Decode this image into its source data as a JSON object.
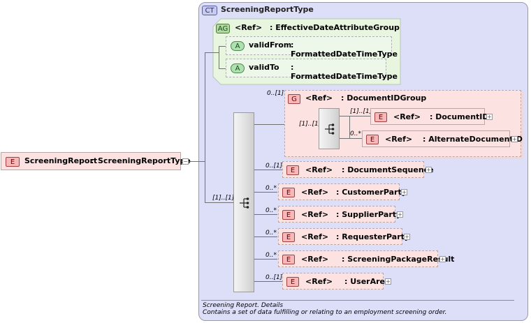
{
  "root_element": {
    "badge": "E",
    "name": "ScreeningReport",
    "separator": ":",
    "type": "ScreeningReportType"
  },
  "complex_type": {
    "badge": "CT",
    "name": "ScreeningReportType"
  },
  "attribute_group": {
    "badge": "AG",
    "ref": "<Ref>",
    "name": ": EffectiveDateAttributeGroup",
    "attributes": [
      {
        "badge": "A",
        "name": "validFrom",
        "type": ": FormattedDateTimeType"
      },
      {
        "badge": "A",
        "name": "validTo",
        "type": ": FormattedDateTimeType"
      }
    ]
  },
  "main_sequence": {
    "cardinality": "[1]..[1]"
  },
  "group": {
    "badge": "G",
    "ref": "<Ref>",
    "name": ": DocumentIDGroup",
    "cardinality": "0..[1]",
    "sequence_cardinality": "[1]..[1]",
    "children": [
      {
        "badge": "E",
        "ref": "<Ref>",
        "name": ": DocumentID",
        "cardinality": "[1]..[1]"
      },
      {
        "badge": "E",
        "ref": "<Ref>",
        "name": ": AlternateDocumentID",
        "cardinality": "0..*"
      }
    ]
  },
  "children": [
    {
      "badge": "E",
      "ref": "<Ref>",
      "name": ": DocumentSequence",
      "cardinality": "0..[1]"
    },
    {
      "badge": "E",
      "ref": "<Ref>",
      "name": ": CustomerParty",
      "cardinality": "0..*"
    },
    {
      "badge": "E",
      "ref": "<Ref>",
      "name": ": SupplierParty",
      "cardinality": "0..*"
    },
    {
      "badge": "E",
      "ref": "<Ref>",
      "name": ": RequesterParty",
      "cardinality": "0..*"
    },
    {
      "badge": "E",
      "ref": "<Ref>",
      "name": ": ScreeningPackageResult",
      "cardinality": "0..*"
    },
    {
      "badge": "E",
      "ref": "<Ref>",
      "name": ": UserArea",
      "cardinality": "0..[1]"
    }
  ],
  "expand_symbol": "+",
  "collapse_symbol": "−",
  "documentation": {
    "title": "Screening Report. Details",
    "text": "Contains a set of data fulfilling or relating to an employment screening order."
  }
}
